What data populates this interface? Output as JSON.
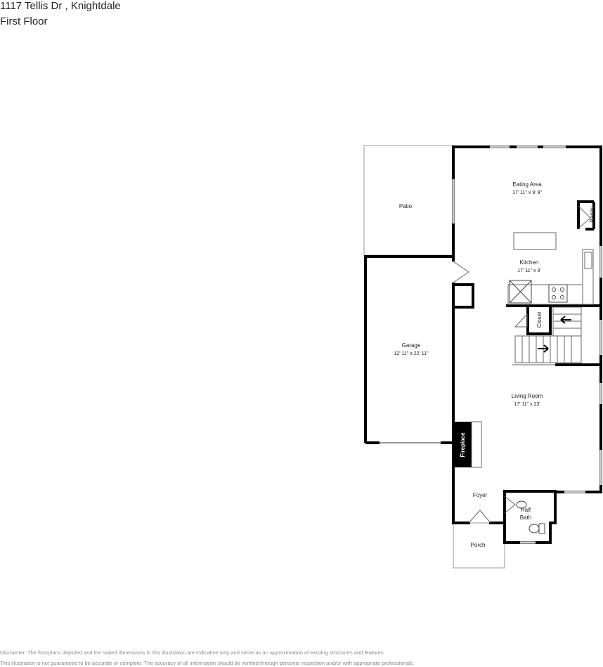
{
  "header": {
    "address": "1117 Tellis Dr , Knightdale",
    "floor": "First Floor"
  },
  "rooms": {
    "eating_area": {
      "name": "Eating Area",
      "dims": "17' 11\" x 9' 9\""
    },
    "pantry": {
      "name": "Pantry"
    },
    "patio": {
      "name": "Patio"
    },
    "kitchen": {
      "name": "Kitchen",
      "dims": "17' 11\" x 9'"
    },
    "closet": {
      "name": "Closet"
    },
    "garage": {
      "name": "Garage",
      "dims": "12' 11\" x 22' 11\""
    },
    "living_room": {
      "name": "Living Room",
      "dims": "17' 11\" x 23'"
    },
    "fireplace": {
      "name": "Fireplace"
    },
    "foyer": {
      "name": "Foyer"
    },
    "half_bath": {
      "name_line1": "Half",
      "name_line2": "Bath"
    },
    "porch": {
      "name": "Porch"
    }
  },
  "disclaimer": {
    "line1": "Disclaimer: The floorplans depicted and the stated dimensions in this illustration are indicative only and serve as an approximation of existing structures and features.",
    "line2": "This illustration is not guaranteed to be accurate or complete. The accuracy of all information should be verified through personal inspection and/or with appropriate professionals."
  }
}
